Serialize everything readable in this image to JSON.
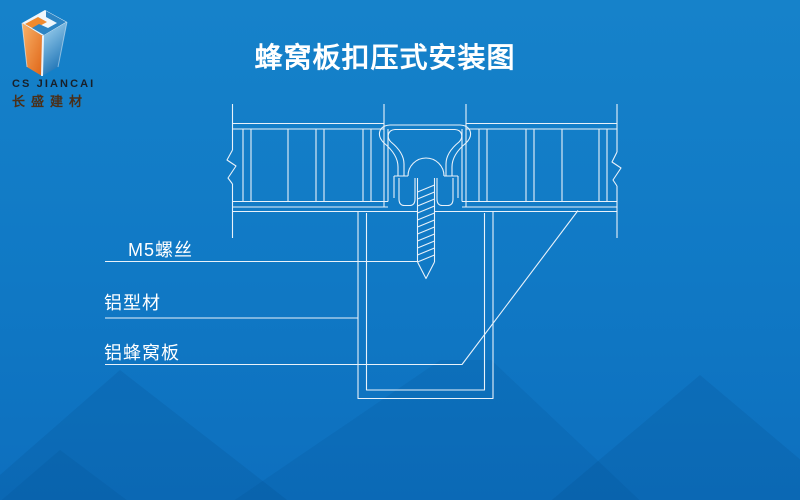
{
  "logo": {
    "brand_en": "CS JIANCAI",
    "brand_cn": "长盛建材",
    "icon": "cube-logo-icon"
  },
  "title": "蜂窝板扣压式安装图",
  "diagram": {
    "labels": [
      {
        "text": "M5螺丝",
        "points_to": "screw"
      },
      {
        "text": "铝型材",
        "points_to": "aluminum-profile"
      },
      {
        "text": "铝蜂窝板",
        "points_to": "honeycomb-panel"
      }
    ]
  },
  "colors": {
    "background_top": "#1682ca",
    "background_bottom": "#0d6fbe",
    "drawing_line": "#e9f2fa",
    "title_text": "#ffffff",
    "label_text": "#ffffff",
    "logo_orange": "#ee7a1f",
    "logo_blue": "#2b84c4",
    "brand_en_text": "#181f28",
    "brand_cn_text": "#4a2f18"
  }
}
